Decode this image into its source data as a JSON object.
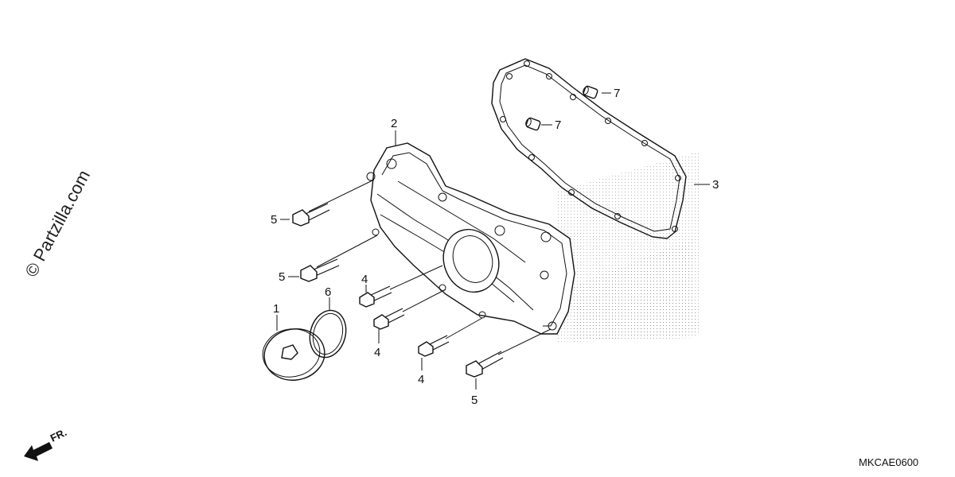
{
  "watermark": "© Partzilla.com",
  "diagram_code": "MKCAE0600",
  "direction_label": "FR.",
  "callouts": {
    "c1": "1",
    "c2": "2",
    "c3": "3",
    "c4a": "4",
    "c4b": "4",
    "c4c": "4",
    "c5a": "5",
    "c5b": "5",
    "c5c": "5",
    "c6": "6",
    "c7a": "7",
    "c7b": "7"
  }
}
